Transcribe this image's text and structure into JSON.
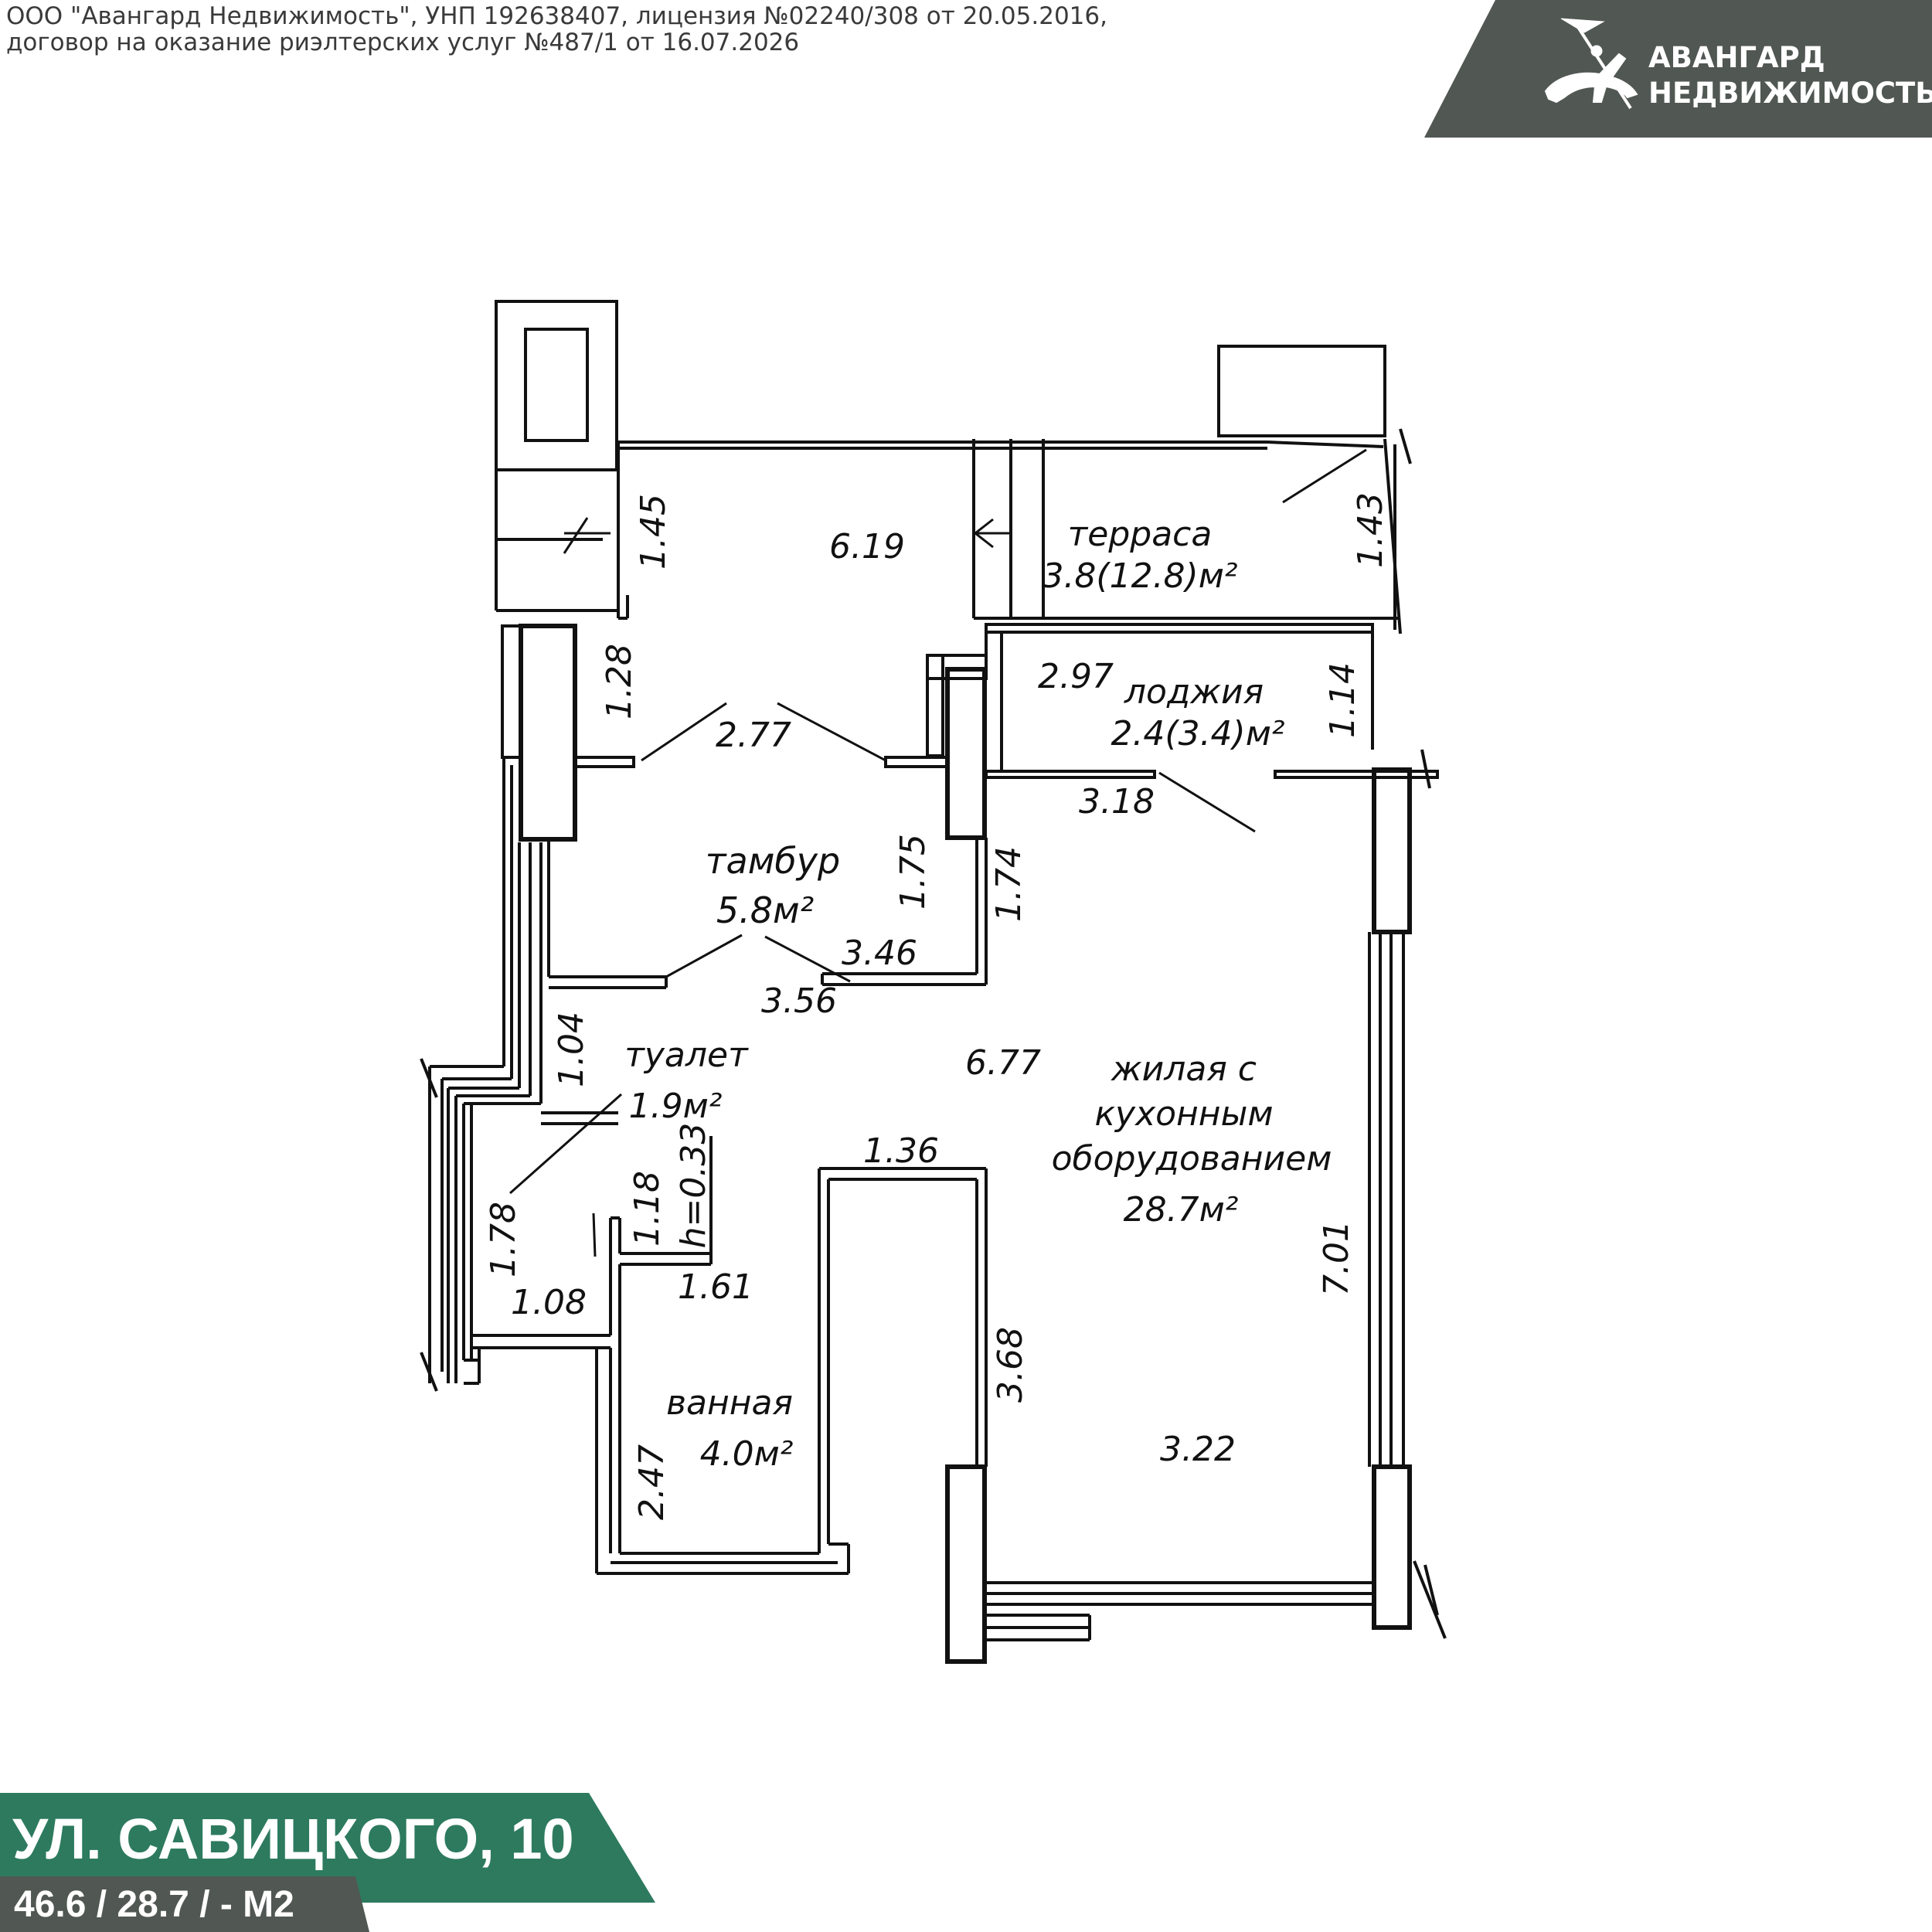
{
  "header": {
    "legal_line_1": "ООО \"Авангард Недвижимость\", УНП 192638407, лицензия №02240/308 от 20.05.2016,",
    "legal_line_2": "договор на оказание риэлтерских услуг №487/1 от 16.07.2026"
  },
  "brand": {
    "line_1": "АВАНГАРД",
    "line_2": "НЕДВИЖИМОСТЬ",
    "logo_icon": "horseman-icon",
    "color": "#515753"
  },
  "plan": {
    "rooms": {
      "terrace_name": "терраса",
      "terrace_area": "3.8(12.8)м²",
      "loggia_name": "лоджия",
      "loggia_area": "2.4(3.4)м²",
      "vestibule_name": "тамбур",
      "vestibule_area": "5.8м²",
      "toilet_name": "туалет",
      "toilet_area": "1.9м²",
      "living_name_1": "жилая с",
      "living_name_2": "кухонным",
      "living_name_3": "оборудованием",
      "living_area": "28.7м²",
      "bath_name": "ванная",
      "bath_area": "4.0м²"
    },
    "dimensions": {
      "d_619": "6.19",
      "d_145": "1.45",
      "d_143": "1.43",
      "d_128": "1.28",
      "d_277": "2.77",
      "d_297": "2.97",
      "d_114": "1.14",
      "d_318": "3.18",
      "d_175": "1.75",
      "d_174": "1.74",
      "d_346": "3.46",
      "d_356": "3.56",
      "d_104": "1.04",
      "d_677": "6.77",
      "d_136": "1.36",
      "d_178": "1.78",
      "d_118": "1.18",
      "d_h033": "h=0.33",
      "d_161": "1.61",
      "d_108": "1.08",
      "d_368": "3.68",
      "d_701": "7.01",
      "d_247": "2.47",
      "d_322": "3.22"
    }
  },
  "address": {
    "street": "УЛ. САВИЦКОГО, 10",
    "areas": "46.6 / 28.7 / - М2",
    "color": "#2d7a5f",
    "dark_color": "#515753"
  }
}
